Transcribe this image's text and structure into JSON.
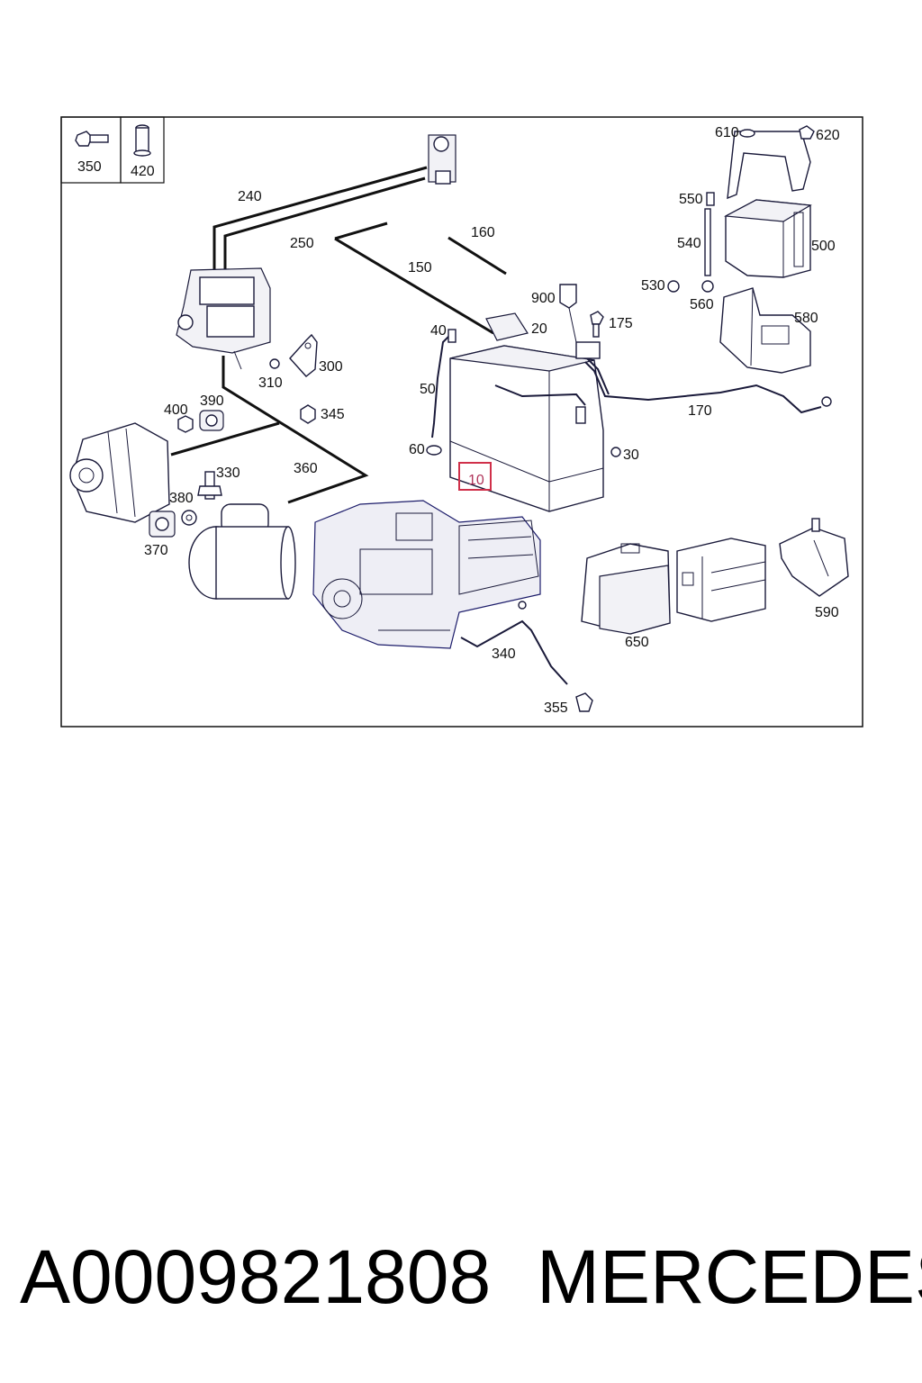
{
  "diagram": {
    "inset_labels": [
      "350",
      "420"
    ],
    "labels": {
      "l10": "10",
      "l20": "20",
      "l30": "30",
      "l40": "40",
      "l50": "50",
      "l60": "60",
      "l150": "150",
      "l160": "160",
      "l170": "170",
      "l175": "175",
      "l240": "240",
      "l250": "250",
      "l300": "300",
      "l310": "310",
      "l330": "330",
      "l340": "340",
      "l345": "345",
      "l355": "355",
      "l360": "360",
      "l370": "370",
      "l380": "380",
      "l390": "390",
      "l400": "400",
      "l500": "500",
      "l530": "530",
      "l540": "540",
      "l550": "550",
      "l560": "560",
      "l580": "580",
      "l590": "590",
      "l610": "610",
      "l620": "620",
      "l650": "650",
      "l900": "900"
    },
    "highlighted_label": "10",
    "highlight_color": "#d0304a"
  },
  "caption": {
    "part_number": "A0009821808",
    "brand": "MERCEDES"
  }
}
